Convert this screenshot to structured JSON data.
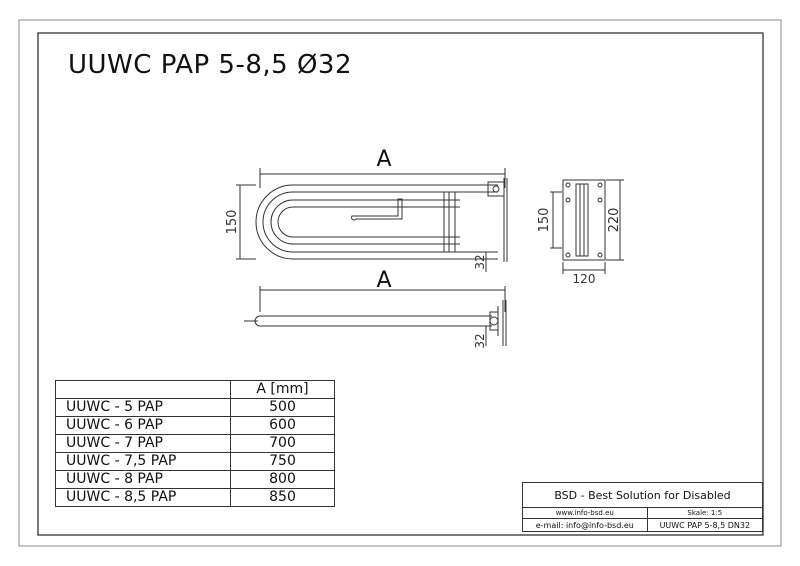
{
  "title": "UUWC PAP 5-8,5 Ø32",
  "dimensions": {
    "top_view_length": "A",
    "top_view_height": "150",
    "top_view_tube": "32",
    "side_view_length": "A",
    "side_view_tube": "32",
    "plate_height_inner": "150",
    "plate_height_outer": "220",
    "plate_width": "120"
  },
  "spec_table": {
    "header": [
      "",
      "A [mm]"
    ],
    "rows": [
      [
        "UUWC - 5 PAP",
        "500"
      ],
      [
        "UUWC - 6 PAP",
        "600"
      ],
      [
        "UUWC - 7 PAP",
        "700"
      ],
      [
        "UUWC - 7,5 PAP",
        "750"
      ],
      [
        "UUWC - 8 PAP",
        "800"
      ],
      [
        "UUWC - 8,5 PAP",
        "850"
      ]
    ]
  },
  "title_block": {
    "company": "BSD - Best Solution for Disabled",
    "website": "www.info-bsd.eu",
    "scale": "Skale: 1:5",
    "email": "e-mail: info@info-bsd.eu",
    "drawing_code": "UUWC PAP 5-8,5 DN32"
  }
}
